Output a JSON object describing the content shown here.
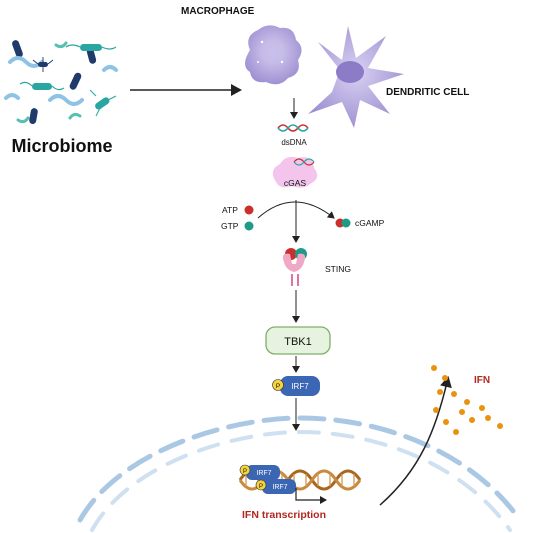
{
  "labels": {
    "macrophage": "MACROPHAGE",
    "dendritic_cell": "DENDRITIC CELL",
    "microbiome": "Microbiome",
    "dsdna": "dsDNA",
    "cgas": "cGAS",
    "atp": "ATP",
    "gtp": "GTP",
    "cgamp": "cGAMP",
    "sting": "STING",
    "tbk1": "TBK1",
    "phospho": "P",
    "irf7": "IRF7",
    "ifn": "IFN",
    "ifn_transcription": "IFN transcription"
  },
  "colors": {
    "microbiome_text": "#5c9a4f",
    "ifn_text": "#b3261e",
    "tbk1_fill": "#e6f4df",
    "tbk1_stroke": "#7fae6a",
    "irf7_fill": "#3b66b3",
    "phospho_fill": "#f5d33f",
    "cgas_fill": "#f3c4ec",
    "atp_red": "#c9302c",
    "gtp_teal": "#1f9a86",
    "ifn_dots": "#e8940f",
    "cell_purple": "#a79bd6",
    "nucleus_dash": "#aac8e4",
    "dna_brown": "#a8661f"
  }
}
